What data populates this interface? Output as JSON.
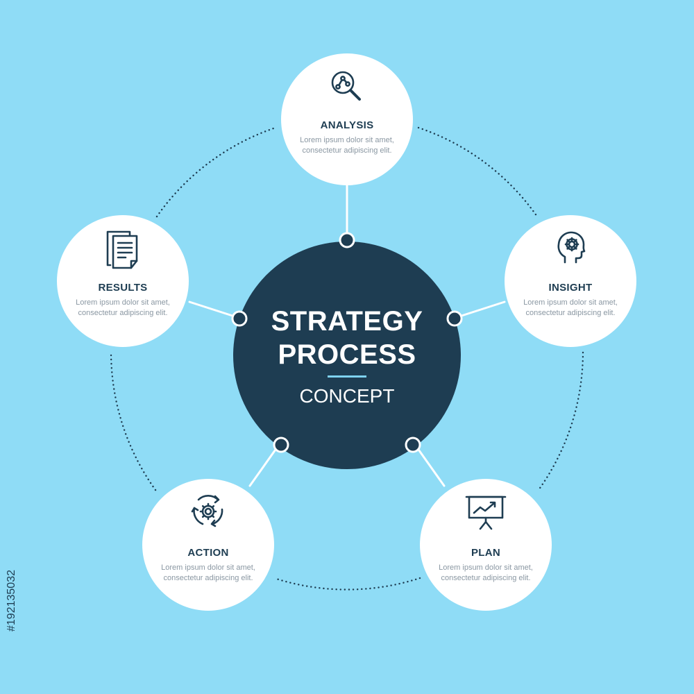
{
  "center": {
    "title_line1": "STRATEGY",
    "title_line2": "PROCESS",
    "subtitle": "CONCEPT"
  },
  "nodes": [
    {
      "key": "analysis",
      "label": "ANALYSIS",
      "description": "Lorem ipsum dolor sit amet, consectetur adipiscing elit.",
      "icon": "analysis-magnifier-icon"
    },
    {
      "key": "insight",
      "label": "INSIGHT",
      "description": "Lorem ipsum dolor sit amet, consectetur adipiscing elit.",
      "icon": "head-gear-icon"
    },
    {
      "key": "plan",
      "label": "PLAN",
      "description": "Lorem ipsum dolor sit amet, consectetur adipiscing elit.",
      "icon": "presentation-chart-icon"
    },
    {
      "key": "action",
      "label": "ACTION",
      "description": "Lorem ipsum dolor sit amet, consectetur adipiscing elit.",
      "icon": "cycle-gear-icon"
    },
    {
      "key": "results",
      "label": "RESULTS",
      "description": "Lorem ipsum dolor sit amet, consectetur adipiscing elit.",
      "icon": "documents-icon"
    }
  ],
  "stock_id": "#192135032",
  "colors": {
    "background": "#8fdcf6",
    "center_fill": "#1e3d52",
    "node_fill": "#ffffff",
    "accent": "#7fd3f2",
    "label_text": "#1e3d52",
    "desc_text": "#8a97a2"
  }
}
